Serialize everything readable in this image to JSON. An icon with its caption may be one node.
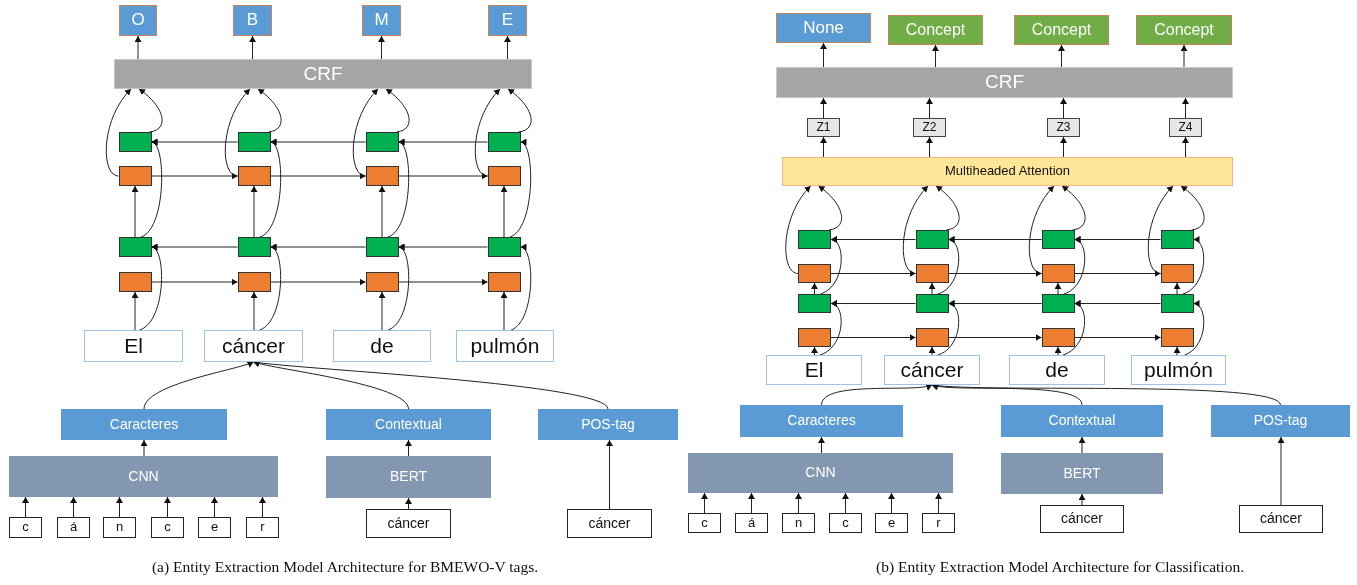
{
  "diagram": {
    "nodes": [
      {
        "text": [
          "O"
        ]
      },
      {
        "text": [
          "B"
        ]
      },
      {
        "text": [
          "M"
        ]
      },
      {
        "text": [
          "E"
        ]
      },
      {
        "text": [
          "CRF"
        ]
      },
      {
        "text": [],
        "shape": "box"
      },
      {
        "text": [],
        "shape": "box"
      },
      {
        "text": [],
        "shape": "box"
      },
      {
        "text": [],
        "shape": "box"
      },
      {
        "text": [],
        "shape": "box"
      },
      {
        "text": [],
        "shape": "box"
      },
      {
        "text": [],
        "shape": "box"
      },
      {
        "text": [],
        "shape": "box"
      },
      {
        "text": [],
        "shape": "box"
      },
      {
        "text": [],
        "shape": "box"
      },
      {
        "text": [],
        "shape": "box"
      },
      {
        "text": [],
        "shape": "box"
      },
      {
        "text": [],
        "shape": "box"
      },
      {
        "text": [],
        "shape": "box"
      },
      {
        "text": [],
        "shape": "box"
      },
      {
        "text": [],
        "shape": "box"
      },
      {
        "text": [
          "El"
        ]
      },
      {
        "text": [
          "cáncer"
        ]
      },
      {
        "text": [
          "de"
        ]
      },
      {
        "text": [
          "pulmón"
        ]
      },
      {
        "text": [
          "Caracteres"
        ]
      },
      {
        "text": [
          "Contextual"
        ]
      },
      {
        "text": [
          "POS-tag"
        ]
      },
      {
        "text": [
          "CNN"
        ]
      },
      {
        "text": [
          "BERT"
        ]
      },
      {
        "text": [
          "c"
        ]
      },
      {
        "text": [
          "á"
        ]
      },
      {
        "text": [
          "n"
        ]
      },
      {
        "text": [
          "c"
        ]
      },
      {
        "text": [
          "e"
        ]
      },
      {
        "text": [
          "r"
        ]
      },
      {
        "text": [
          "cáncer"
        ]
      },
      {
        "text": [
          "cáncer"
        ]
      },
      {
        "text": [
          "None"
        ]
      },
      {
        "text": [
          "Concept"
        ]
      },
      {
        "text": [
          "Concept"
        ]
      },
      {
        "text": [
          "Concept"
        ]
      },
      {
        "text": [
          "CRF"
        ]
      },
      {
        "text": [
          "Z1"
        ]
      },
      {
        "text": [
          "Z2"
        ]
      },
      {
        "text": [
          "Z3"
        ]
      },
      {
        "text": [
          "Z4"
        ]
      },
      {
        "text": [
          "Multiheaded Attention"
        ]
      },
      {
        "text": [],
        "shape": "box"
      },
      {
        "text": [],
        "shape": "box"
      },
      {
        "text": [],
        "shape": "box"
      },
      {
        "text": [],
        "shape": "box"
      },
      {
        "text": [],
        "shape": "box"
      },
      {
        "text": [],
        "shape": "box"
      },
      {
        "text": [],
        "shape": "box"
      },
      {
        "text": [],
        "shape": "box"
      },
      {
        "text": [],
        "shape": "box"
      },
      {
        "text": [],
        "shape": "box"
      },
      {
        "text": [],
        "shape": "box"
      },
      {
        "text": [],
        "shape": "box"
      },
      {
        "text": [],
        "shape": "box"
      },
      {
        "text": [],
        "shape": "box"
      },
      {
        "text": [],
        "shape": "box"
      },
      {
        "text": [],
        "shape": "box"
      },
      {
        "text": [
          "El"
        ]
      },
      {
        "text": [
          "cáncer"
        ]
      },
      {
        "text": [
          "de"
        ]
      },
      {
        "text": [
          "pulmón"
        ]
      },
      {
        "text": [
          "Caracteres"
        ]
      },
      {
        "text": [
          "Contextual"
        ]
      },
      {
        "text": [
          "POS-tag"
        ]
      },
      {
        "text": [
          "CNN"
        ]
      },
      {
        "text": [
          "BERT"
        ]
      },
      {
        "text": [
          "c"
        ]
      },
      {
        "text": [
          "á"
        ]
      },
      {
        "text": [
          "n"
        ]
      },
      {
        "text": [
          "c"
        ]
      },
      {
        "text": [
          "e"
        ]
      },
      {
        "text": [
          "r"
        ]
      },
      {
        "text": [
          "cáncer"
        ]
      },
      {
        "text": [
          "cáncer"
        ]
      }
    ],
    "edges": [
      {
        "from": 4,
        "to": 0,
        "arrow": "to"
      },
      {
        "from": 4,
        "to": 1,
        "arrow": "to"
      },
      {
        "from": 4,
        "to": 2,
        "arrow": "to"
      },
      {
        "from": 4,
        "to": 3,
        "arrow": "to"
      },
      {
        "from": 9,
        "to": 4,
        "arrow": "to"
      },
      {
        "from": 10,
        "to": 4,
        "arrow": "to"
      },
      {
        "from": 11,
        "to": 4,
        "arrow": "to"
      },
      {
        "from": 12,
        "to": 4,
        "arrow": "to"
      },
      {
        "from": 5,
        "to": 4,
        "arrow": "to"
      },
      {
        "from": 6,
        "to": 4,
        "arrow": "to"
      },
      {
        "from": 7,
        "to": 4,
        "arrow": "to"
      },
      {
        "from": 8,
        "to": 4,
        "arrow": "to"
      },
      {
        "from": 13,
        "to": 9,
        "arrow": "to"
      },
      {
        "from": 14,
        "to": 10,
        "arrow": "to"
      },
      {
        "from": 15,
        "to": 11,
        "arrow": "to"
      },
      {
        "from": 16,
        "to": 12,
        "arrow": "to"
      },
      {
        "from": 13,
        "to": 5,
        "arrow": "to"
      },
      {
        "from": 14,
        "to": 6,
        "arrow": "to"
      },
      {
        "from": 15,
        "to": 7,
        "arrow": "to"
      },
      {
        "from": 16,
        "to": 8,
        "arrow": "to"
      },
      {
        "from": 9,
        "to": 10,
        "arrow": "to"
      },
      {
        "from": 10,
        "to": 11,
        "arrow": "to"
      },
      {
        "from": 11,
        "to": 12,
        "arrow": "to"
      },
      {
        "from": 8,
        "to": 7,
        "arrow": "to"
      },
      {
        "from": 7,
        "to": 6,
        "arrow": "to"
      },
      {
        "from": 6,
        "to": 5,
        "arrow": "to"
      },
      {
        "from": 21,
        "to": 17,
        "arrow": "to"
      },
      {
        "from": 22,
        "to": 18,
        "arrow": "to"
      },
      {
        "from": 23,
        "to": 19,
        "arrow": "to"
      },
      {
        "from": 24,
        "to": 20,
        "arrow": "to"
      },
      {
        "from": 21,
        "to": 13,
        "arrow": "to"
      },
      {
        "from": 22,
        "to": 14,
        "arrow": "to"
      },
      {
        "from": 23,
        "to": 15,
        "arrow": "to"
      },
      {
        "from": 24,
        "to": 16,
        "arrow": "to"
      },
      {
        "from": 17,
        "to": 18,
        "arrow": "to"
      },
      {
        "from": 18,
        "to": 19,
        "arrow": "to"
      },
      {
        "from": 19,
        "to": 20,
        "arrow": "to"
      },
      {
        "from": 16,
        "to": 15,
        "arrow": "to"
      },
      {
        "from": 15,
        "to": 14,
        "arrow": "to"
      },
      {
        "from": 14,
        "to": 13,
        "arrow": "to"
      },
      {
        "from": 30,
        "to": 28,
        "arrow": "to"
      },
      {
        "from": 31,
        "to": 28,
        "arrow": "to"
      },
      {
        "from": 32,
        "to": 28,
        "arrow": "to"
      },
      {
        "from": 33,
        "to": 28,
        "arrow": "to"
      },
      {
        "from": 34,
        "to": 28,
        "arrow": "to"
      },
      {
        "from": 35,
        "to": 28,
        "arrow": "to"
      },
      {
        "from": 28,
        "to": 25,
        "arrow": "to"
      },
      {
        "from": 25,
        "to": 22,
        "arrow": "to"
      },
      {
        "from": 26,
        "to": 22,
        "arrow": "to"
      },
      {
        "from": 27,
        "to": 22,
        "arrow": "to"
      },
      {
        "from": 36,
        "to": 29,
        "arrow": "to"
      },
      {
        "from": 29,
        "to": 26,
        "arrow": "to"
      },
      {
        "from": 37,
        "to": 27,
        "arrow": "to"
      },
      {
        "from": 42,
        "to": 38,
        "arrow": "to"
      },
      {
        "from": 42,
        "to": 39,
        "arrow": "to"
      },
      {
        "from": 42,
        "to": 40,
        "arrow": "to"
      },
      {
        "from": 42,
        "to": 41,
        "arrow": "to"
      },
      {
        "from": 43,
        "to": 42,
        "arrow": "to"
      },
      {
        "from": 44,
        "to": 42,
        "arrow": "to"
      },
      {
        "from": 45,
        "to": 42,
        "arrow": "to"
      },
      {
        "from": 46,
        "to": 42,
        "arrow": "to"
      },
      {
        "from": 47,
        "to": 43,
        "arrow": "to"
      },
      {
        "from": 47,
        "to": 44,
        "arrow": "to"
      },
      {
        "from": 47,
        "to": 45,
        "arrow": "to"
      },
      {
        "from": 47,
        "to": 46,
        "arrow": "to"
      },
      {
        "from": 52,
        "to": 47,
        "arrow": "to"
      },
      {
        "from": 53,
        "to": 47,
        "arrow": "to"
      },
      {
        "from": 54,
        "to": 47,
        "arrow": "to"
      },
      {
        "from": 55,
        "to": 47,
        "arrow": "to"
      },
      {
        "from": 48,
        "to": 47,
        "arrow": "to"
      },
      {
        "from": 49,
        "to": 47,
        "arrow": "to"
      },
      {
        "from": 50,
        "to": 47,
        "arrow": "to"
      },
      {
        "from": 51,
        "to": 47,
        "arrow": "to"
      },
      {
        "from": 56,
        "to": 52,
        "arrow": "to"
      },
      {
        "from": 57,
        "to": 53,
        "arrow": "to"
      },
      {
        "from": 58,
        "to": 54,
        "arrow": "to"
      },
      {
        "from": 59,
        "to": 55,
        "arrow": "to"
      },
      {
        "from": 56,
        "to": 48,
        "arrow": "to"
      },
      {
        "from": 57,
        "to": 49,
        "arrow": "to"
      },
      {
        "from": 58,
        "to": 50,
        "arrow": "to"
      },
      {
        "from": 59,
        "to": 51,
        "arrow": "to"
      },
      {
        "from": 52,
        "to": 53,
        "arrow": "to"
      },
      {
        "from": 53,
        "to": 54,
        "arrow": "to"
      },
      {
        "from": 54,
        "to": 55,
        "arrow": "to"
      },
      {
        "from": 51,
        "to": 50,
        "arrow": "to"
      },
      {
        "from": 50,
        "to": 49,
        "arrow": "to"
      },
      {
        "from": 49,
        "to": 48,
        "arrow": "to"
      },
      {
        "from": 64,
        "to": 60,
        "arrow": "to"
      },
      {
        "from": 65,
        "to": 61,
        "arrow": "to"
      },
      {
        "from": 66,
        "to": 62,
        "arrow": "to"
      },
      {
        "from": 67,
        "to": 63,
        "arrow": "to"
      },
      {
        "from": 64,
        "to": 56,
        "arrow": "to"
      },
      {
        "from": 65,
        "to": 57,
        "arrow": "to"
      },
      {
        "from": 66,
        "to": 58,
        "arrow": "to"
      },
      {
        "from": 67,
        "to": 59,
        "arrow": "to"
      },
      {
        "from": 60,
        "to": 61,
        "arrow": "to"
      },
      {
        "from": 61,
        "to": 62,
        "arrow": "to"
      },
      {
        "from": 62,
        "to": 63,
        "arrow": "to"
      },
      {
        "from": 59,
        "to": 58,
        "arrow": "to"
      },
      {
        "from": 58,
        "to": 57,
        "arrow": "to"
      },
      {
        "from": 57,
        "to": 56,
        "arrow": "to"
      },
      {
        "from": 73,
        "to": 71,
        "arrow": "to"
      },
      {
        "from": 74,
        "to": 71,
        "arrow": "to"
      },
      {
        "from": 75,
        "to": 71,
        "arrow": "to"
      },
      {
        "from": 76,
        "to": 71,
        "arrow": "to"
      },
      {
        "from": 77,
        "to": 71,
        "arrow": "to"
      },
      {
        "from": 78,
        "to": 71,
        "arrow": "to"
      },
      {
        "from": 71,
        "to": 68,
        "arrow": "to"
      },
      {
        "from": 68,
        "to": 65,
        "arrow": "to"
      },
      {
        "from": 69,
        "to": 65,
        "arrow": "to"
      },
      {
        "from": 70,
        "to": 65,
        "arrow": "to"
      },
      {
        "from": 79,
        "to": 72,
        "arrow": "to"
      },
      {
        "from": 72,
        "to": 69,
        "arrow": "to"
      },
      {
        "from": 80,
        "to": 70,
        "arrow": "to"
      }
    ],
    "labels": [
      "(a) Entity Extraction Model Architecture for BMEWO-V tags.",
      "(b) Entity Extraction Model Architecture for Classification."
    ]
  }
}
